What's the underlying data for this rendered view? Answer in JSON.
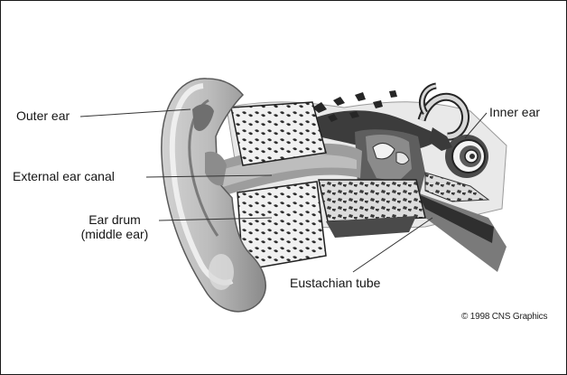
{
  "diagram": {
    "labels": {
      "outer_ear": "Outer ear",
      "external_ear_canal": "External ear canal",
      "ear_drum_line1": "Ear drum",
      "ear_drum_line2": "(middle ear)",
      "inner_ear": "Inner ear",
      "eustachian_tube": "Eustachian tube"
    },
    "credit": "© 1998 CNS Graphics"
  }
}
